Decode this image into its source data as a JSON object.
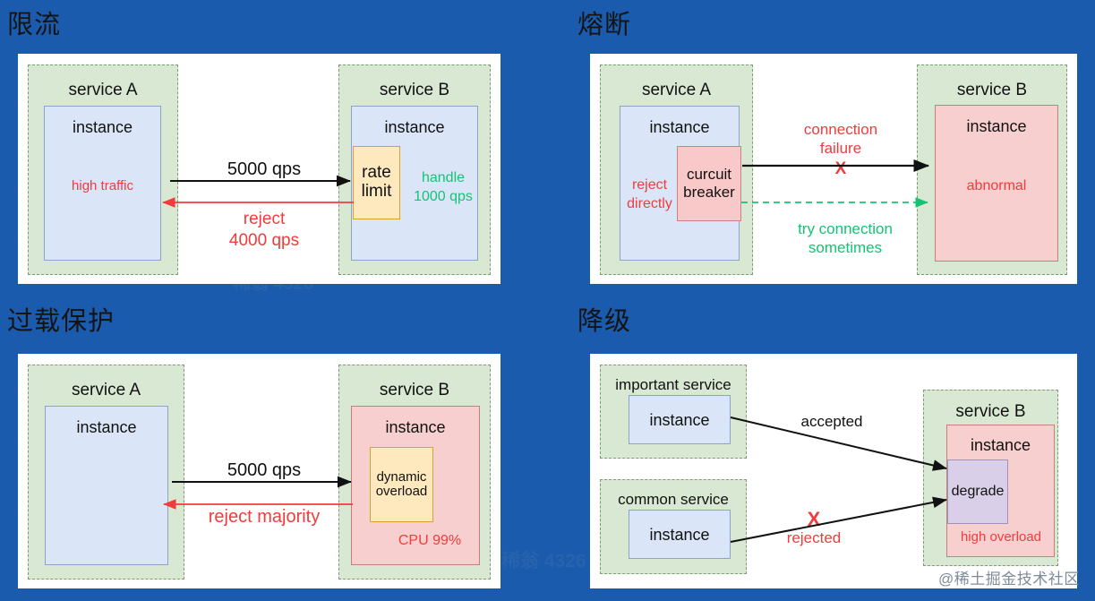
{
  "background_color": "#1a5bad",
  "quadrants": [
    {
      "id": "rate-limiting",
      "title": "限流",
      "services": [
        {
          "name": "service A",
          "instance_label": "instance",
          "note": "high traffic"
        },
        {
          "name": "service B",
          "instance_label": "instance",
          "inner_box": "rate\nlimit",
          "note": "handle\n1000 qps"
        }
      ],
      "edges": [
        {
          "label": "5000 qps",
          "color": "#111111",
          "direction": "A-to-B"
        },
        {
          "label": "reject\n4000 qps",
          "color": "#f03c3c",
          "direction": "B-to-A"
        }
      ],
      "labels": {
        "high_traffic": "high traffic",
        "rate_limit_line1": "rate",
        "rate_limit_line2": "limit",
        "handle_line1": "handle",
        "handle_line2": "1000 qps",
        "qps_forward": "5000 qps",
        "reject_line1": "reject",
        "reject_line2": "4000 qps"
      }
    },
    {
      "id": "circuit-breaking",
      "title": "熔断",
      "services": [
        {
          "name": "service A",
          "instance_label": "instance",
          "note": "reject\ndirectly",
          "inner_box": "curcuit\nbreaker"
        },
        {
          "name": "service B",
          "instance_label": "instance",
          "note": "abnormal"
        }
      ],
      "edges": [
        {
          "label": "connection\nfailure",
          "marker": "X",
          "color": "#f03c3c",
          "direction": "A-to-B"
        },
        {
          "label": "try connection\nsometimes",
          "color": "#14c474",
          "style": "dashed",
          "direction": "A-to-B"
        }
      ],
      "labels": {
        "reject_line1": "reject",
        "reject_line2": "directly",
        "breaker_line1": "curcuit",
        "breaker_line2": "breaker",
        "conn_fail_line1": "connection",
        "conn_fail_line2": "failure",
        "cross_mark": "X",
        "try_line1": "try connection",
        "try_line2": "sometimes",
        "abnormal": "abnormal"
      }
    },
    {
      "id": "overload-protection",
      "title": "过载保护",
      "services": [
        {
          "name": "service A",
          "instance_label": "instance"
        },
        {
          "name": "service B",
          "instance_label": "instance",
          "inner_box": "dynamic\noverload",
          "note": "CPU 99%"
        }
      ],
      "edges": [
        {
          "label": "5000 qps",
          "color": "#111111",
          "direction": "A-to-B"
        },
        {
          "label": "reject majority",
          "color": "#f03c3c",
          "direction": "B-to-A"
        }
      ],
      "labels": {
        "qps_forward": "5000 qps",
        "reject_majority": "reject majority",
        "dynamic_line1": "dynamic",
        "dynamic_line2": "overload",
        "cpu": "CPU 99%"
      }
    },
    {
      "id": "degradation",
      "title": "降级",
      "services": [
        {
          "name": "important service",
          "instance_label": "instance"
        },
        {
          "name": "common service",
          "instance_label": "instance"
        },
        {
          "name": "service B",
          "instance_label": "instance",
          "inner_box": "degrade",
          "note": "high overload"
        }
      ],
      "edges": [
        {
          "label": "accepted",
          "color": "#111111",
          "direction": "important-to-B"
        },
        {
          "label": "rejected",
          "marker": "X",
          "color": "#f03c3c",
          "direction": "common-to-B"
        }
      ],
      "labels": {
        "important_service": "important service",
        "common_service": "common service",
        "accepted": "accepted",
        "cross_mark": "X",
        "rejected": "rejected",
        "degrade": "degrade",
        "high_overload": "high overload"
      }
    }
  ],
  "watermark": {
    "text": "@稀土掘金技术社区",
    "faint": "4326"
  },
  "colors": {
    "background": "#1a5bad",
    "service_group": "#d9e8d3",
    "service_group_border": "#7a9e72",
    "instance_blue": "#dae5f7",
    "instance_red": "#f8cfcf",
    "accent_red": "#f03c3c",
    "accent_green": "#14c474",
    "box_yellow": "#fde9bd",
    "box_purple": "#d9cfe8"
  }
}
